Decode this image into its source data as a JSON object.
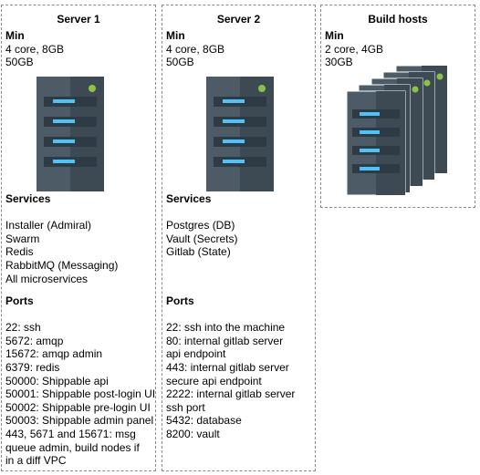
{
  "panels": [
    {
      "title": "Server 1",
      "min_heading": "Min",
      "min_lines": [
        "4 core, 8GB",
        "50GB"
      ],
      "services_heading": "Services",
      "services": [
        "Installer (Admiral)",
        "Swarm",
        "Redis",
        "RabbitMQ (Messaging)",
        "All microservices"
      ],
      "ports_heading": "Ports",
      "ports": [
        "22: ssh",
        "5672: amqp",
        "15672: amqp admin",
        "6379: redis",
        "50000: Shippable api",
        "50001: Shippable post-login UI",
        "50002: Shippable pre-login UI",
        "50003: Shippable admin panel",
        "443, 5671 and 15671: msg",
        "queue admin, build nodes if",
        "in a diff VPC"
      ]
    },
    {
      "title": "Server 2",
      "min_heading": "Min",
      "min_lines": [
        "4 core, 8GB",
        "50GB"
      ],
      "services_heading": "Services",
      "services": [
        "Postgres (DB)",
        "Vault (Secrets)",
        "Gitlab (State)"
      ],
      "ports_heading": "Ports",
      "ports": [
        "22: ssh into the machine",
        "80: internal gitlab server",
        "api endpoint",
        "443: internal gitlab server",
        "secure api endpoint",
        "2222: internal gitlab server",
        "ssh port",
        "5432: database",
        "8200: vault"
      ]
    },
    {
      "title": "Build hosts",
      "min_heading": "Min",
      "min_lines": [
        "2 core, 4GB",
        "30GB"
      ]
    }
  ],
  "colors": {
    "server_body": "#4d5b66",
    "server_side": "#3d4a54",
    "server_slot": "#2e3a44",
    "server_light": "#4fc3f7",
    "server_led": "#8bc34a"
  }
}
